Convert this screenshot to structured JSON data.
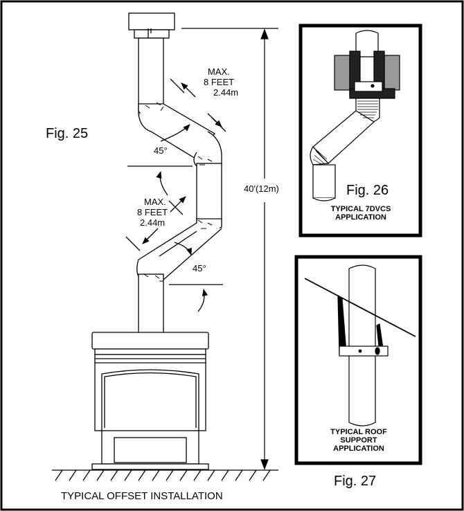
{
  "fig25": {
    "label": "Fig. 25",
    "upper_dim": [
      "MAX.",
      "8 FEET",
      "2.44m"
    ],
    "lower_dim": [
      "MAX.",
      "8 FEET",
      "2.44m"
    ],
    "angle_upper": "45°",
    "angle_lower": "45°",
    "height_dim": "40'(12m)",
    "caption": "TYPICAL OFFSET INSTALLATION"
  },
  "fig26": {
    "label": "Fig. 26",
    "caption": [
      "TYPICAL 7DVCS",
      "APPLICATION"
    ]
  },
  "fig27": {
    "label": "Fig. 27",
    "caption": [
      "TYPICAL ROOF",
      "SUPPORT",
      "APPLICATION"
    ]
  }
}
